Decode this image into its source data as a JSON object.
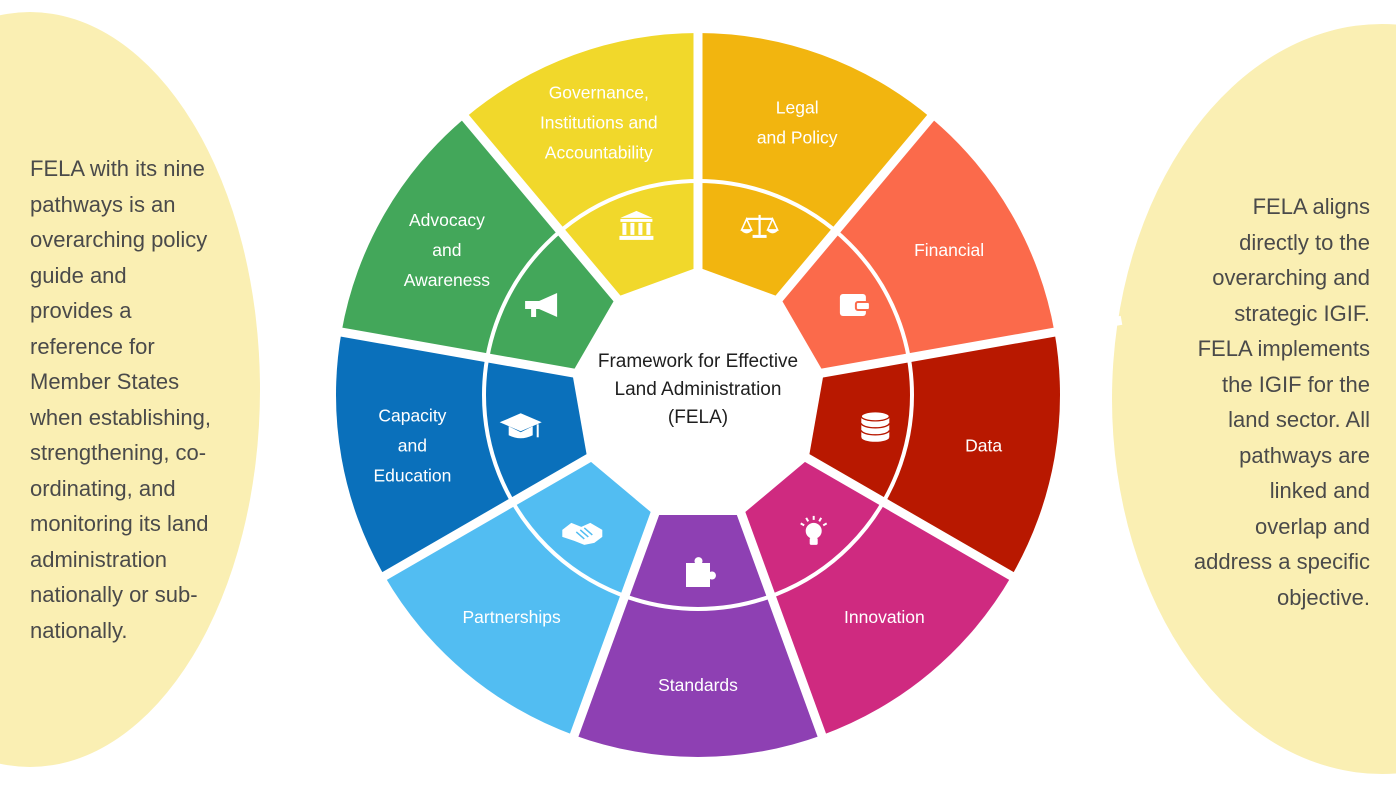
{
  "left_note": "FELA with its nine\npathways is an\noverarching policy\nguide and\nprovides a\nreference for\nMember States\nwhen establishing,\nstrengthening, co-\nordinating, and\nmonitoring its land\nadministration\nnationally or sub-\nnationally.",
  "right_note": "FELA aligns\ndirectly to the\noverarching and\nstrategic IGIF.\nFELA implements\nthe IGIF for the\nland sector. All\npathways are\nlinked and\noverlap and\naddress a specific\nobjective.",
  "center": {
    "lines": [
      "Framework for Effective",
      "Land Administration",
      "(FELA)"
    ]
  },
  "pathways": [
    {
      "id": "legal",
      "lines": [
        "Legal",
        "and Policy"
      ],
      "color": "#f2b50f",
      "icon": "scales-icon"
    },
    {
      "id": "financial",
      "lines": [
        "Financial"
      ],
      "color": "#fb6a4b",
      "icon": "wallet-icon"
    },
    {
      "id": "data",
      "lines": [
        "Data"
      ],
      "color": "#b81800",
      "icon": "database-icon"
    },
    {
      "id": "innovation",
      "lines": [
        "Innovation"
      ],
      "color": "#cf2a80",
      "icon": "lightbulb-icon"
    },
    {
      "id": "standards",
      "lines": [
        "Standards"
      ],
      "color": "#8e40b3",
      "icon": "puzzle-icon"
    },
    {
      "id": "partnerships",
      "lines": [
        "Partnerships"
      ],
      "color": "#52bdf2",
      "icon": "handshake-icon"
    },
    {
      "id": "capacity",
      "lines": [
        "Capacity",
        "and",
        "Education"
      ],
      "color": "#0a70bb",
      "icon": "graduation-cap-icon"
    },
    {
      "id": "advocacy",
      "lines": [
        "Advocacy",
        "and",
        "Awareness"
      ],
      "color": "#43a75a",
      "icon": "megaphone-icon"
    },
    {
      "id": "governance",
      "lines": [
        "Governance,",
        "Institutions and",
        "Accountability"
      ],
      "color": "#f1d82b",
      "icon": "institution-icon"
    }
  ]
}
